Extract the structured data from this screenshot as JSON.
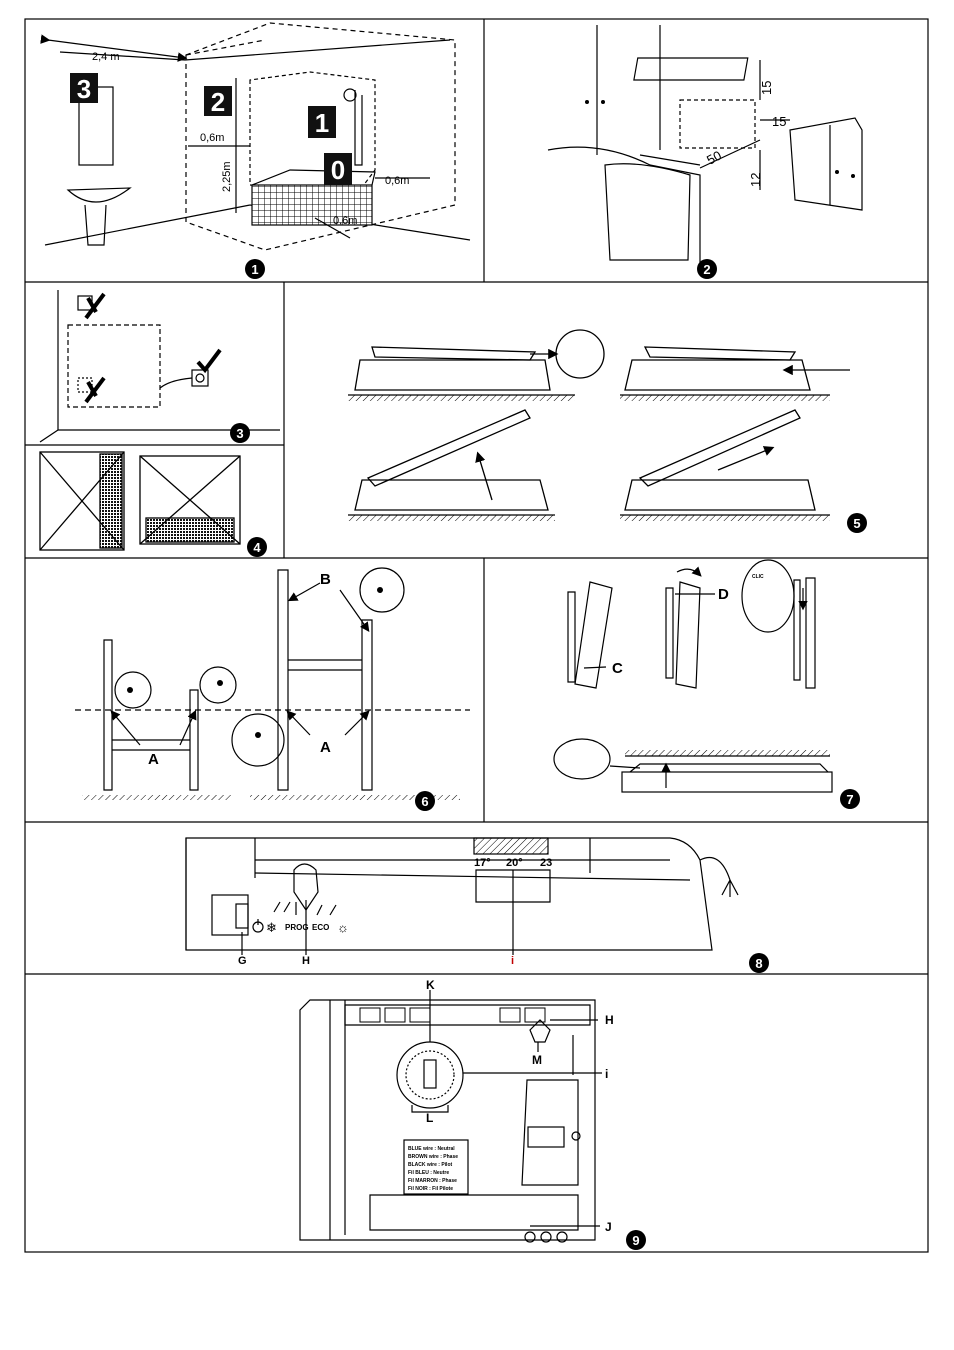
{
  "panels": {
    "p1": {
      "number": "1",
      "zones": [
        "3",
        "2",
        "1",
        "0"
      ],
      "dims": {
        "wall": "2,4 m",
        "zone2_width": "0,6m",
        "height": "2,25m",
        "zone1_side": "0,6m",
        "zone1_front": "0,6m"
      }
    },
    "p2": {
      "number": "2",
      "dims": {
        "top": "15",
        "side": "15",
        "depth": "50",
        "floor": "12"
      }
    },
    "p3": {
      "number": "3"
    },
    "p4": {
      "number": "4"
    },
    "p5": {
      "number": "5"
    },
    "p6": {
      "number": "6",
      "labels": {
        "a1": "A",
        "a2": "A",
        "b": "B"
      }
    },
    "p7": {
      "number": "7",
      "labels": {
        "c": "C",
        "d": "D",
        "clic": "CLIC"
      }
    },
    "p8": {
      "number": "8",
      "temps": {
        "t1": "17°",
        "t2": "20°",
        "t3": "23"
      },
      "modes": {
        "prog": "PROG",
        "eco": "ECO"
      },
      "labels": {
        "g": "G",
        "h": "H",
        "i": "i"
      }
    },
    "p9": {
      "number": "9",
      "labels": {
        "k": "K",
        "h": "H",
        "m": "M",
        "i": "i",
        "l": "L",
        "j": "J"
      },
      "wiring": [
        "BLUE wire : Neutral",
        "BROWN wire : Phase",
        "BLACK wire : Pilot",
        "Fil BLEU : Neutre",
        "Fil MARRON : Phase",
        "Fil NOIR : Fil Pilote"
      ]
    }
  },
  "colors": {
    "border": "#000000",
    "accent_i": "#c00000"
  }
}
